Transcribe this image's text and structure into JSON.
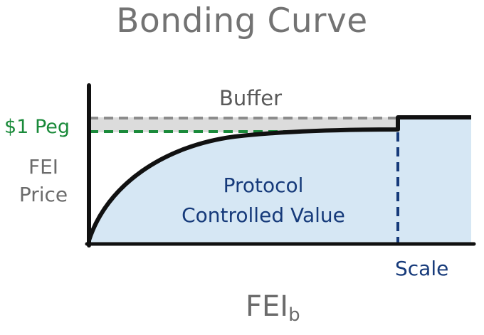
{
  "title": "Bonding Curve",
  "y_axis_label_line1": "FEI",
  "y_axis_label_line2": "Price",
  "peg_label": "$1 Peg",
  "buffer_label": "Buffer",
  "region_label_line1": "Protocol",
  "region_label_line2": "Controlled Value",
  "scale_label": "Scale",
  "x_axis_label": "FEI",
  "x_axis_subscript": "b",
  "colors": {
    "curve": "#111111",
    "pcv_fill": "#d6e7f4",
    "buffer_fill": "#dcdcdc",
    "buffer_dash": "#8c8c8c",
    "peg_dash": "#1a8a3a",
    "scale_dash": "#163a7a"
  }
}
